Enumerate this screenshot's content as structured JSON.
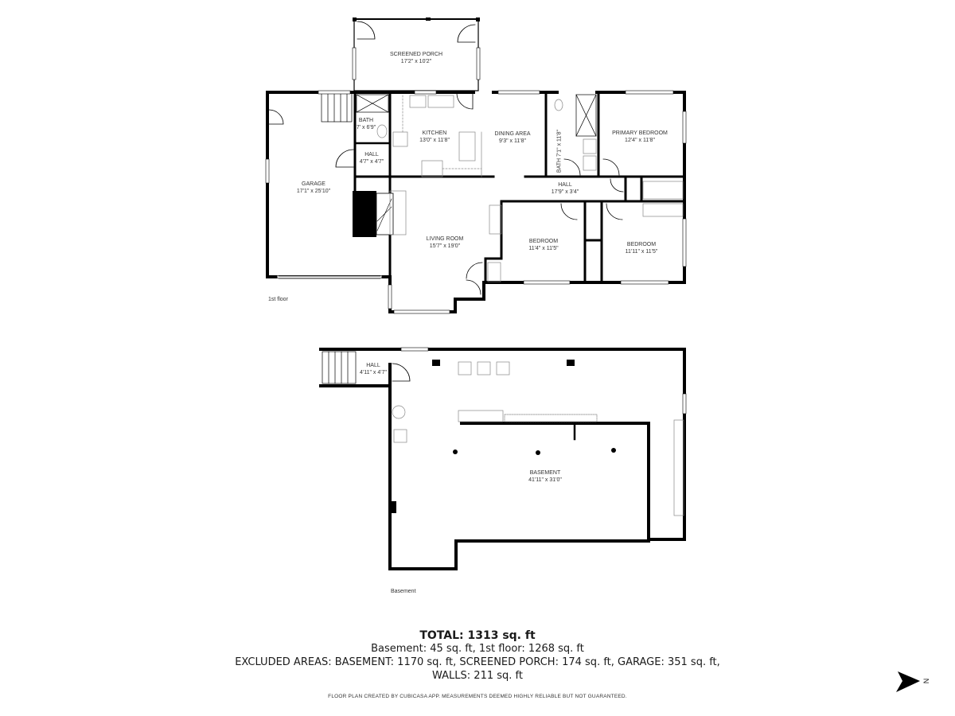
{
  "floors": [
    {
      "name": "1st floor",
      "rooms": [
        {
          "name": "SCREENED PORCH",
          "dims": "17'2\" x 10'2\""
        },
        {
          "name": "BATH",
          "dims": "7' x 6'9\""
        },
        {
          "name": "KITCHEN",
          "dims": "13'0\" x 11'8\""
        },
        {
          "name": "DINING AREA",
          "dims": "9'3\" x 11'8\""
        },
        {
          "name": "BATH",
          "dims": "7'1\" x 11'8\""
        },
        {
          "name": "PRIMARY BEDROOM",
          "dims": "12'4\" x 11'8\""
        },
        {
          "name": "HALL",
          "dims": "4'7\" x 4'7\""
        },
        {
          "name": "GARAGE",
          "dims": "17'1\" x 25'10\""
        },
        {
          "name": "HALL",
          "dims": "17'9\" x 3'4\""
        },
        {
          "name": "LIVING ROOM",
          "dims": "15'7\" x 19'0\""
        },
        {
          "name": "BEDROOM",
          "dims": "11'4\" x 11'5\""
        },
        {
          "name": "BEDROOM",
          "dims": "11'11\" x 11'5\""
        }
      ]
    },
    {
      "name": "Basement",
      "rooms": [
        {
          "name": "HALL",
          "dims": "4'11\" x 4'7\""
        },
        {
          "name": "BASEMENT",
          "dims": "41'11\" x 31'0\""
        }
      ]
    }
  ],
  "summary": {
    "total": "TOTAL: 1313 sq. ft",
    "line1": "Basement: 45 sq. ft, 1st floor: 1268 sq. ft",
    "line2": "EXCLUDED AREAS: BASEMENT: 1170 sq. ft, SCREENED PORCH: 174 sq. ft, GARAGE: 351 sq. ft,",
    "line3": "WALLS: 211 sq. ft"
  },
  "disclaimer": "FLOOR PLAN CREATED BY CUBICASA APP. MEASUREMENTS DEEMED HIGHLY RELIABLE BUT NOT GUARANTEED.",
  "compass": {
    "icon": "north-arrow-icon",
    "label": "N"
  },
  "colors": {
    "wall": "#000000",
    "background": "#ffffff",
    "fixture": "#888888"
  }
}
